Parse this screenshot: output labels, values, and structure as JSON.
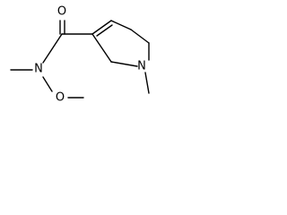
{
  "molecule": {
    "labels": {
      "carbonyl_oxygen": "O",
      "amide_nitrogen": "N",
      "methoxy_oxygen": "O",
      "ring_nitrogen": "N"
    },
    "colors": {
      "bond": "#000000",
      "text": "#000000",
      "background": "#ffffff"
    }
  }
}
